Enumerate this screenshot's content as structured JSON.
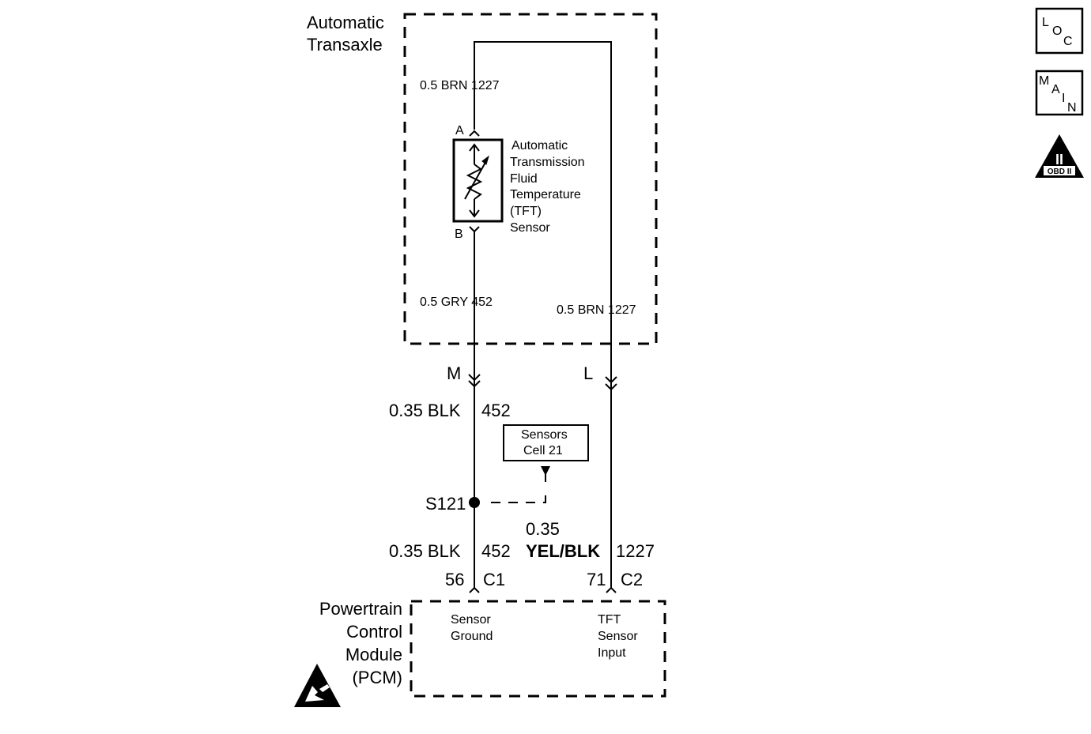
{
  "trans": {
    "title_line1": "Automatic",
    "title_line2": "Transaxle",
    "wire_top_label": "0.5 BRN 1227",
    "wire_gry_label": "0.5 GRY 452",
    "wire_brn_right_label": "0.5 BRN 1227"
  },
  "sensor": {
    "pin_a": "A",
    "pin_b": "B",
    "name_lines": [
      "Automatic",
      "Transmission",
      "Fluid",
      "Temperature",
      "(TFT)",
      "Sensor"
    ]
  },
  "connectors": {
    "left": "M",
    "right": "L"
  },
  "wires": {
    "blk_color": "0.35 BLK",
    "blk_circuit": "452",
    "blk_color_2": "0.35 BLK",
    "blk_circuit_2": "452",
    "yel_gauge": "0.35",
    "yel_color": "YEL/BLK",
    "yel_circuit": "1227"
  },
  "splice": {
    "label": "S121"
  },
  "cell_box": {
    "line1": "Sensors",
    "line2": "Cell 21"
  },
  "pcm_pins": {
    "left_pin": "56",
    "left_conn": "C1",
    "right_pin": "71",
    "right_conn": "C2"
  },
  "pcm": {
    "title_lines": [
      "Powertrain",
      "Control",
      "Module",
      "(PCM)"
    ],
    "left_fn_line1": "Sensor",
    "left_fn_line2": "Ground",
    "right_fn_line1": "TFT",
    "right_fn_line2": "Sensor",
    "right_fn_line3": "Input"
  },
  "badges": {
    "loc": [
      "L",
      "O",
      "C"
    ],
    "main": [
      "M",
      "A",
      "I",
      "N"
    ],
    "obd_numeral": "II",
    "obd_text": "OBD II"
  },
  "icons": [
    "esd-warning-icon",
    "loc-icon",
    "main-icon",
    "obd-ii-icon"
  ]
}
